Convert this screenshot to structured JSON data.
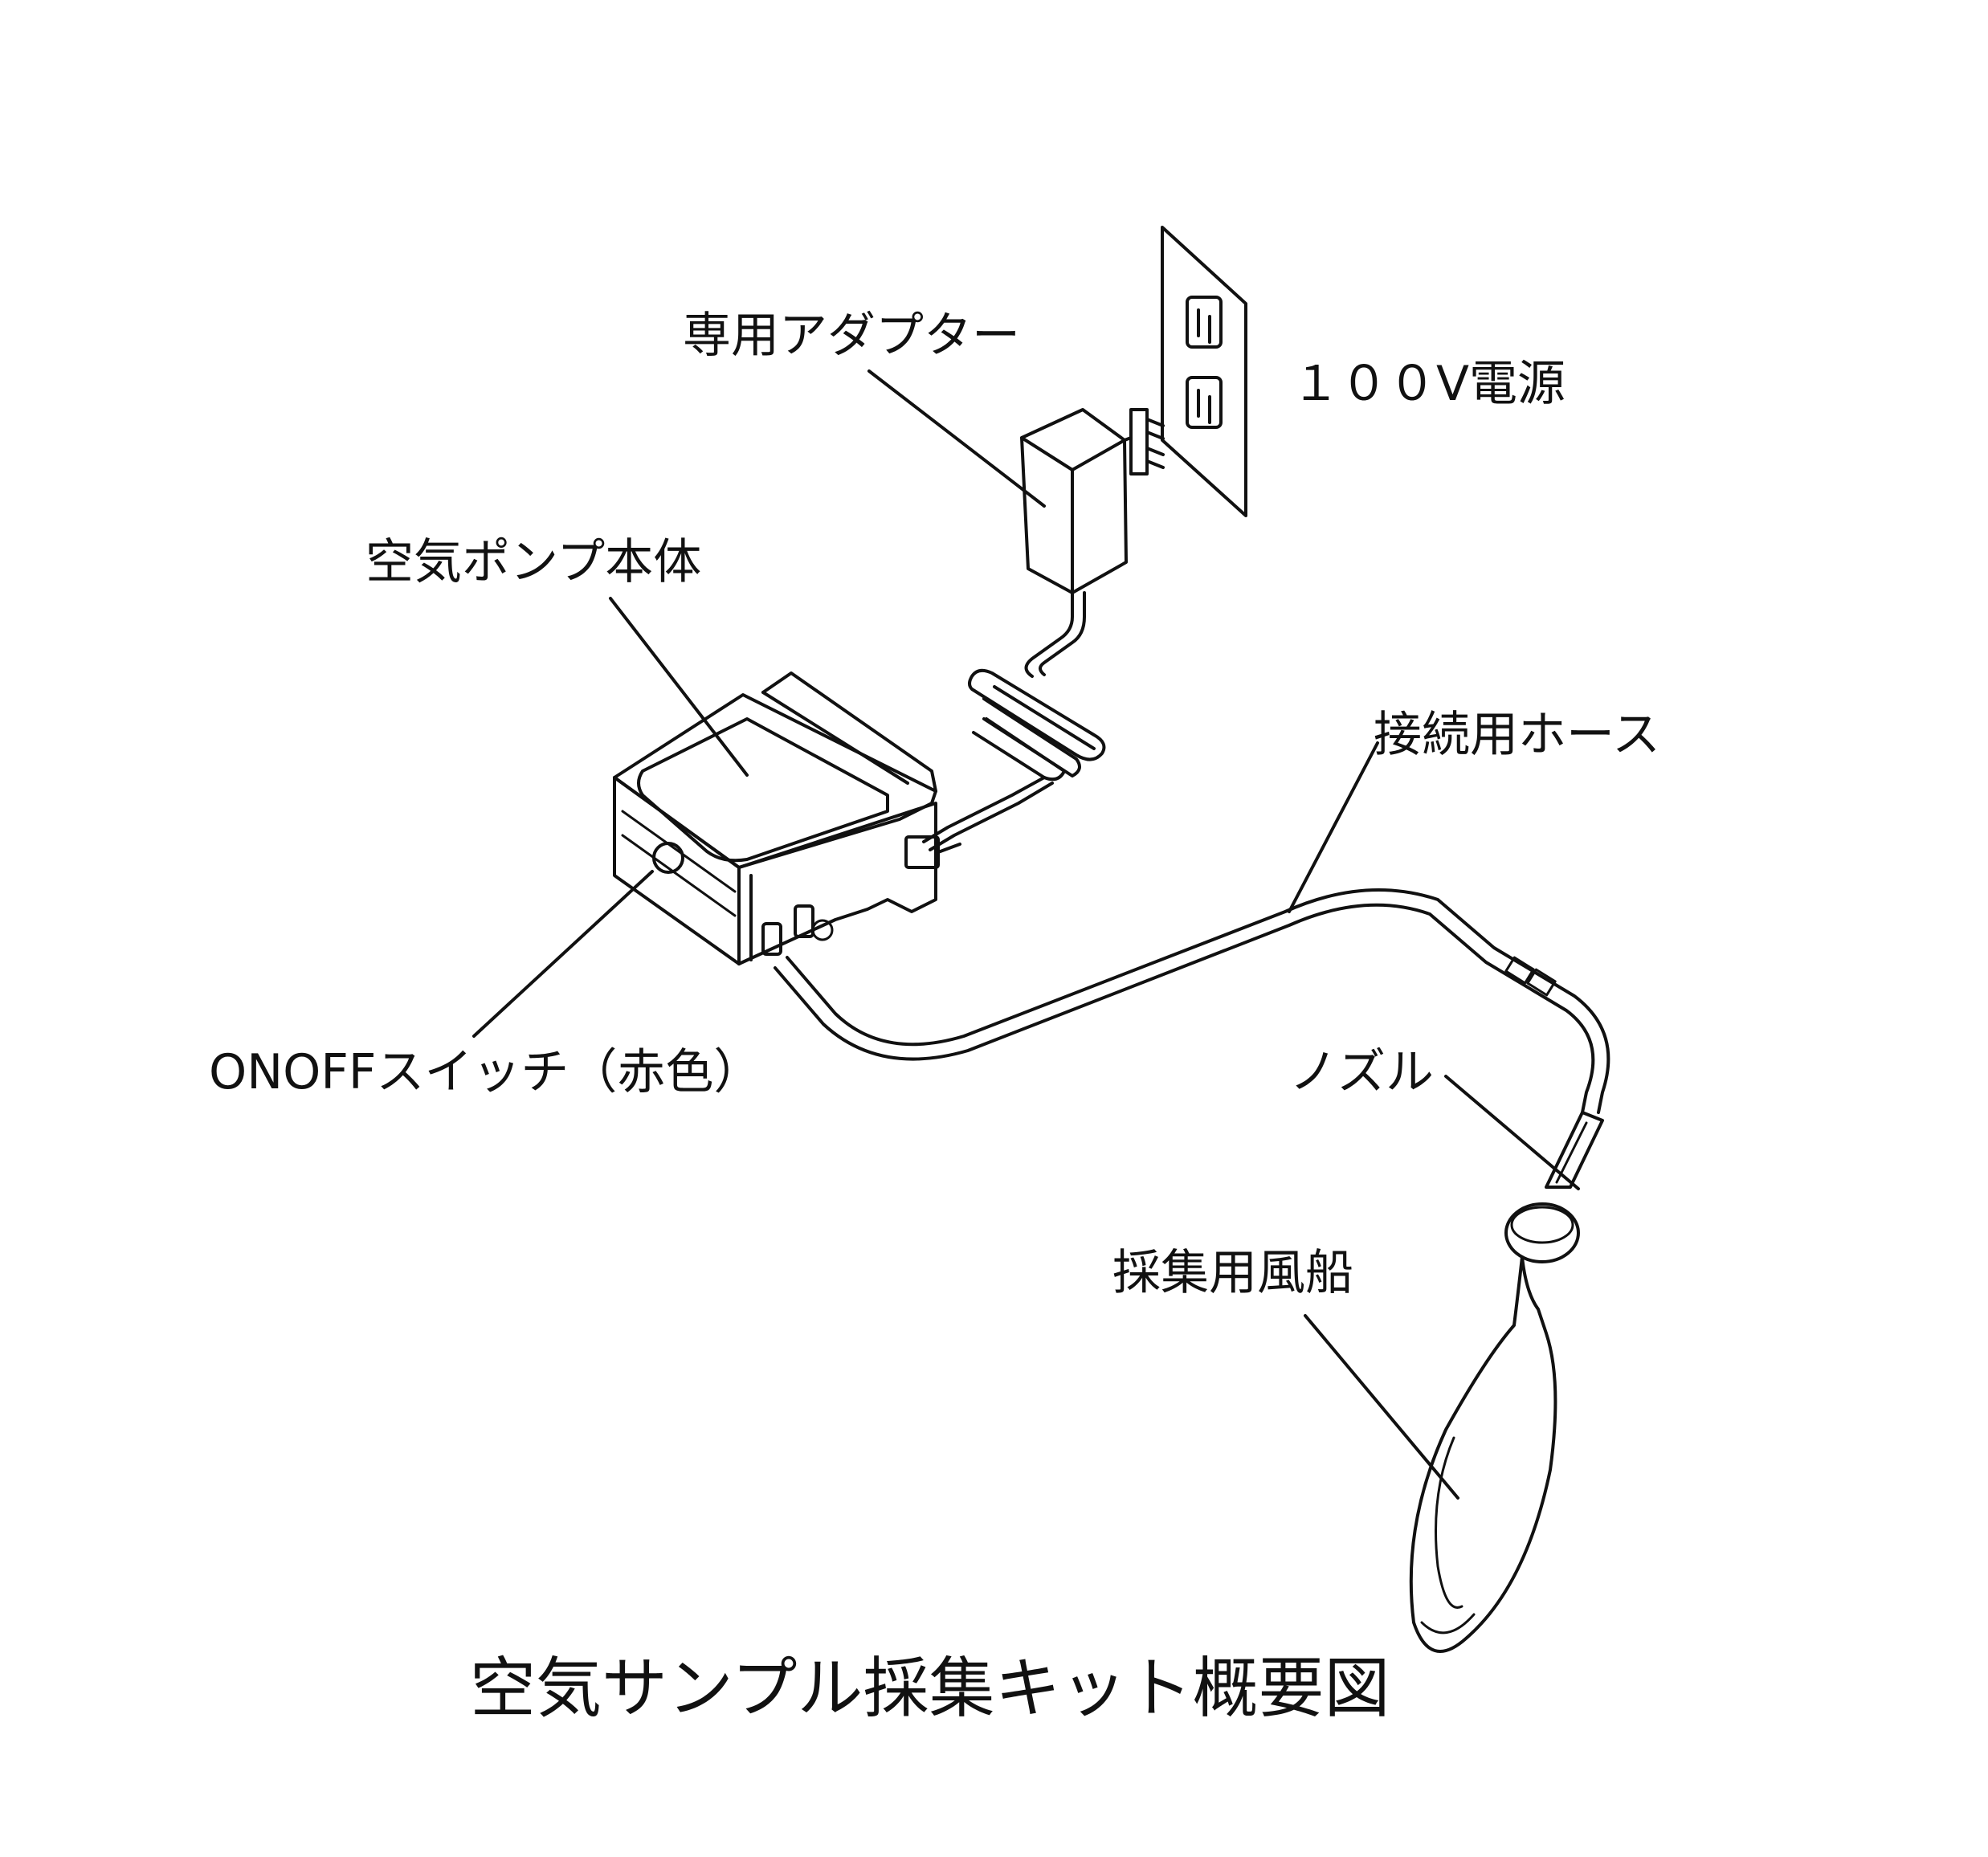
{
  "labels": {
    "adapter": "専用アダプター",
    "power": "１００V電源",
    "pump": "空気ポンプ本体",
    "hose": "接続用ホース",
    "switch": "ONOFFスイッチ（赤色）",
    "nozzle": "ノズル",
    "balloon": "採集用風船"
  },
  "caption": "空気サンプル採集キット概要図"
}
